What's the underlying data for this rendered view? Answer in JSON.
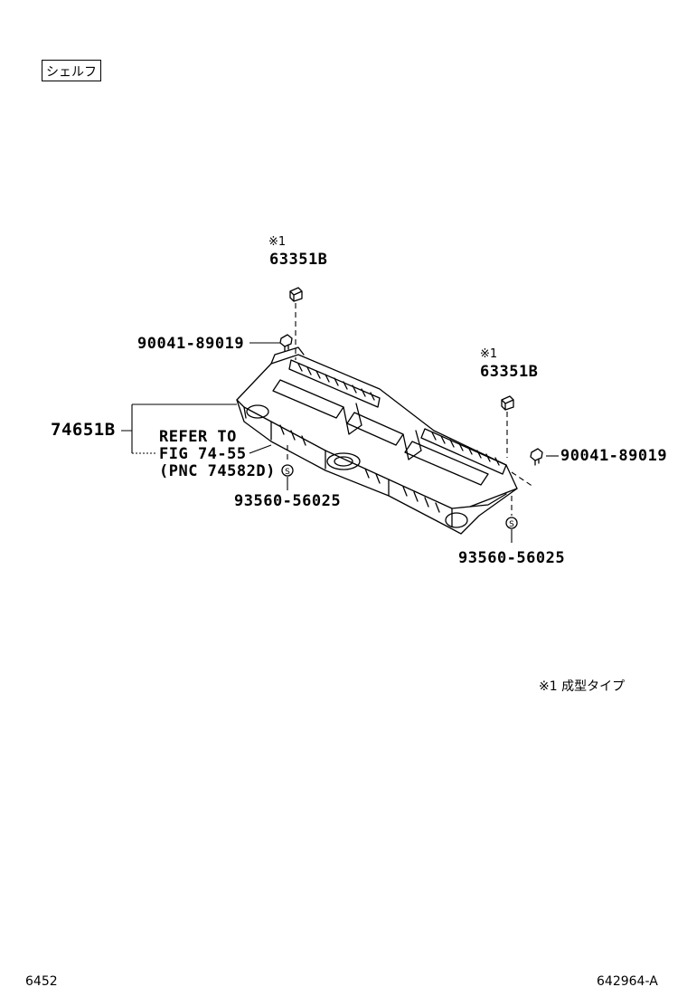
{
  "section_tag": "シェルフ",
  "parts": {
    "clip_left": {
      "mark": "※1",
      "number": "63351B"
    },
    "clip_right": {
      "mark": "※1",
      "number": "63351B"
    },
    "screw_left": "90041-89019",
    "screw_right": "90041-89019",
    "panel": "74651B",
    "refer": [
      "REFER TO",
      "FIG 74-55",
      "(PNC 74582D)"
    ],
    "seal_left": "93560-56025",
    "seal_right": "93560-56025"
  },
  "footnote": "※1  成型タイプ",
  "footer": {
    "page_code": "6452",
    "drawing_id": "642964-A"
  }
}
